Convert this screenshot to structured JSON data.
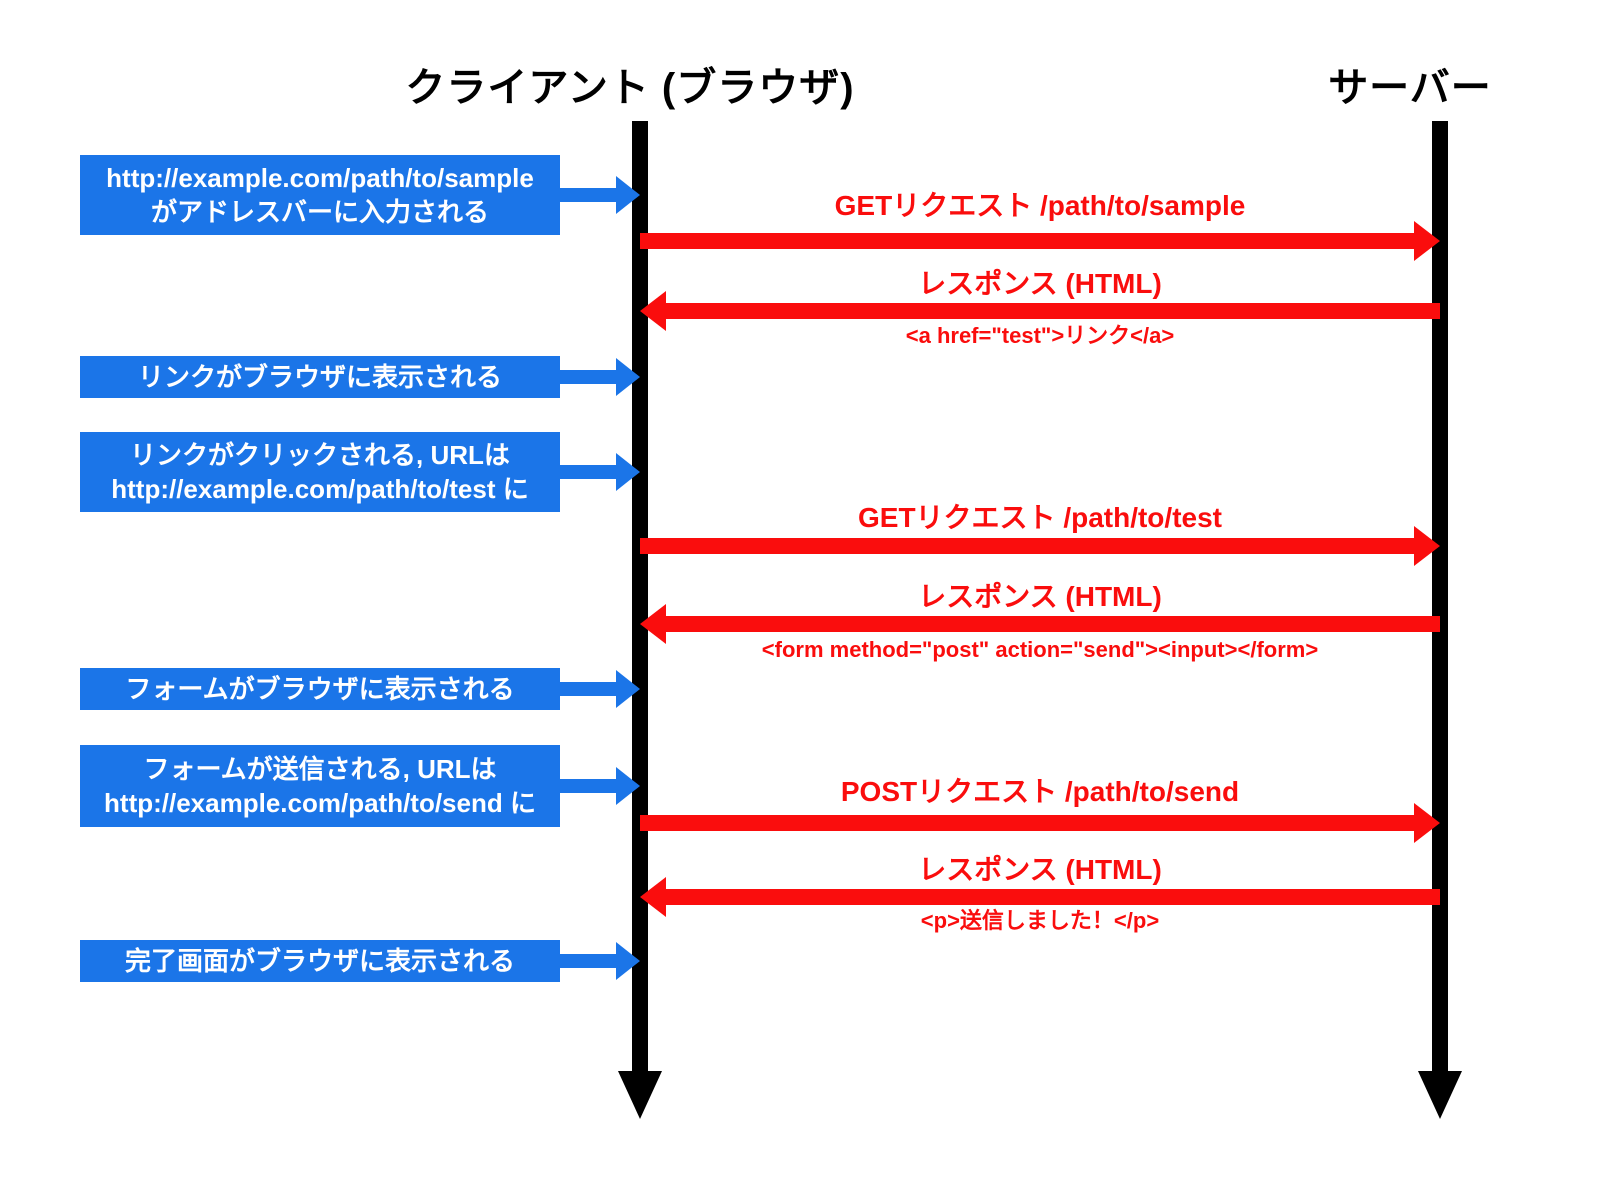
{
  "titles": {
    "client": "クライアント (ブラウザ)",
    "server": "サーバー"
  },
  "colors": {
    "accent_blue": "#1B75E8",
    "accent_red": "#FA0D0D",
    "lifeline_black": "#000000"
  },
  "steps": [
    {
      "lines": [
        "http://example.com/path/to/sample",
        "がアドレスバーに入力される"
      ]
    },
    {
      "lines": [
        "リンクがブラウザに表示される"
      ]
    },
    {
      "lines": [
        "リンクがクリックされる, URLは",
        "http://example.com/path/to/test に"
      ]
    },
    {
      "lines": [
        "フォームがブラウザに表示される"
      ]
    },
    {
      "lines": [
        "フォームが送信される, URLは",
        "http://example.com/path/to/send に"
      ]
    },
    {
      "lines": [
        "完了画面がブラウザに表示される"
      ]
    }
  ],
  "messages": [
    {
      "direction": "right",
      "label": "GETリクエスト /path/to/sample",
      "code": ""
    },
    {
      "direction": "left",
      "label": "レスポンス (HTML)",
      "code": "<a href=\"test\">リンク</a>"
    },
    {
      "direction": "right",
      "label": "GETリクエスト /path/to/test",
      "code": ""
    },
    {
      "direction": "left",
      "label": "レスポンス (HTML)",
      "code": "<form method=\"post\" action=\"send\"><input></form>"
    },
    {
      "direction": "right",
      "label": "POSTリクエスト /path/to/send",
      "code": ""
    },
    {
      "direction": "left",
      "label": "レスポンス (HTML)",
      "code": "<p>送信しました！</p>"
    }
  ]
}
